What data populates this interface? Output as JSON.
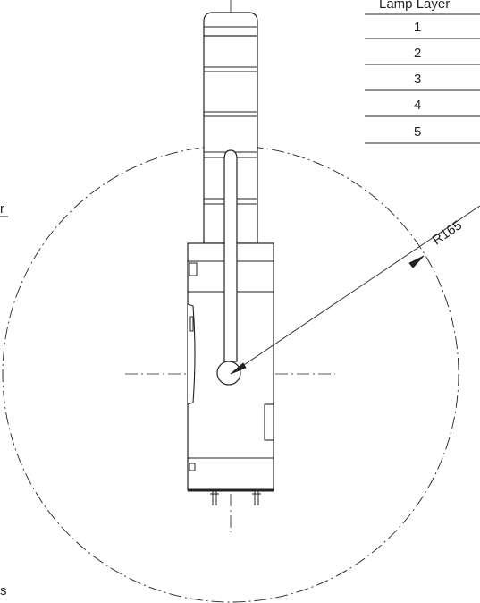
{
  "table": {
    "header": "Lamp Layer",
    "rows": [
      "1",
      "2",
      "3",
      "4",
      "5"
    ]
  },
  "dimension": {
    "radius_label": "R165"
  },
  "cropped_text": {
    "left_fragment": "r",
    "bottom_fragment": "s"
  }
}
